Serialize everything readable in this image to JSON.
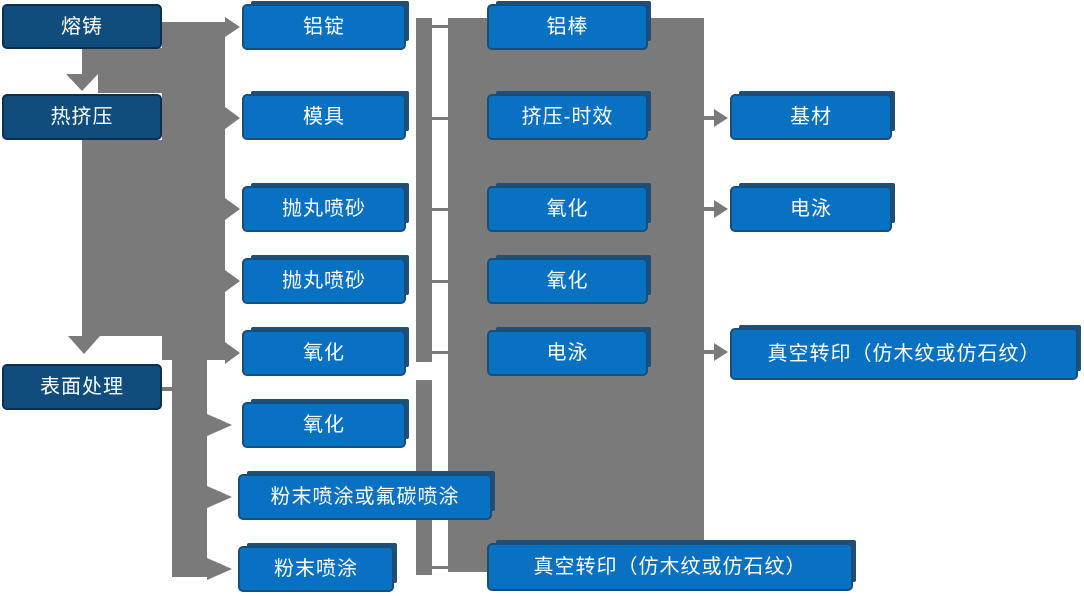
{
  "diagram": {
    "type": "flowchart",
    "description": "Aluminum profile production process flow with four stages of process steps",
    "colors": {
      "background": "#ffffff",
      "stage1_box_fill": "#104d7c",
      "stage1_box_border": "#0a2f4f",
      "process_box_fill": "#0971c2",
      "process_box_border": "#1a4e79",
      "box_shadow_line": "#1f4e79",
      "connector_gray": "#7a7a7a",
      "text": "#ffffff"
    }
  },
  "columns": [
    {
      "name": "stage-1",
      "items": [
        {
          "label": "熔铸"
        },
        {
          "label": "热挤压"
        },
        {
          "label": "表面处理"
        }
      ]
    },
    {
      "name": "stage-2",
      "items": [
        {
          "label": "铝锭"
        },
        {
          "label": "模具"
        },
        {
          "label": "抛丸喷砂"
        },
        {
          "label": "抛丸喷砂"
        },
        {
          "label": "氧化"
        },
        {
          "label": "氧化"
        },
        {
          "label": "粉末喷涂或氟碳喷涂"
        },
        {
          "label": "粉末喷涂"
        }
      ]
    },
    {
      "name": "stage-3",
      "items": [
        {
          "label": "铝棒"
        },
        {
          "label": "挤压-时效"
        },
        {
          "label": "氧化"
        },
        {
          "label": "氧化"
        },
        {
          "label": "电泳"
        },
        {
          "label": "真空转印（仿木纹或仿石纹）"
        }
      ]
    },
    {
      "name": "stage-4",
      "items": [
        {
          "label": "基材"
        },
        {
          "label": "电泳"
        },
        {
          "label": "真空转印（仿木纹或仿石纹）"
        }
      ]
    }
  ],
  "edges": [
    {
      "from": "熔铸",
      "to": "热挤压",
      "direction": "down"
    },
    {
      "from": "热挤压",
      "to": "表面处理",
      "direction": "down"
    },
    {
      "from": "熔铸",
      "to": "铝锭",
      "direction": "right"
    },
    {
      "from": "stage-1",
      "to": "模具",
      "direction": "right"
    },
    {
      "from": "stage-1",
      "to": "抛丸喷砂",
      "direction": "right"
    },
    {
      "from": "stage-1",
      "to": "抛丸喷砂",
      "direction": "right"
    },
    {
      "from": "stage-1",
      "to": "氧化",
      "direction": "right"
    },
    {
      "from": "表面处理",
      "to": "氧化",
      "direction": "right"
    },
    {
      "from": "表面处理",
      "to": "粉末喷涂或氟碳喷涂",
      "direction": "right"
    },
    {
      "from": "表面处理",
      "to": "粉末喷涂",
      "direction": "right"
    },
    {
      "from": "stage-2",
      "to": "stage-3",
      "direction": "right"
    },
    {
      "from": "挤压-时效",
      "to": "基材",
      "direction": "right"
    },
    {
      "from": "氧化",
      "to": "电泳",
      "direction": "right"
    },
    {
      "from": "电泳",
      "to": "真空转印（仿木纹或仿石纹）",
      "direction": "right"
    }
  ]
}
